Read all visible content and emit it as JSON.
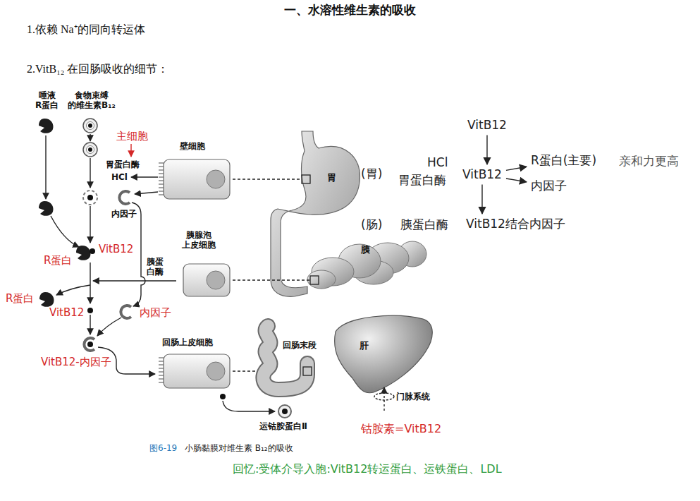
{
  "diagram": {
    "title": "一、水溶性维生素的吸收",
    "caption": "小肠黏膜对维生素 B₁₂的吸收",
    "nodes": [
      {
        "text": [
          "壁细胞"
        ]
      },
      {
        "text": [
          "胰腺泡 上皮细胞"
        ]
      },
      {
        "text": [
          "回肠上皮细胞"
        ]
      },
      {
        "text": [
          "胃"
        ]
      },
      {
        "text": [
          "胰"
        ]
      },
      {
        "text": [
          "回肠末段"
        ]
      },
      {
        "text": [
          "肝"
        ]
      },
      {
        "text": [
          "VitB12"
        ]
      },
      {
        "text": [
          "VitB12"
        ]
      },
      {
        "text": [
          "R蛋白(主要)"
        ]
      },
      {
        "text": [
          "内因子"
        ]
      },
      {
        "text": [
          "VitB12结合内因子"
        ]
      }
    ],
    "edges": [
      {
        "from": 0,
        "to": 3,
        "arrow": "none"
      },
      {
        "from": 1,
        "to": 4,
        "arrow": "none"
      },
      {
        "from": 2,
        "to": 5,
        "arrow": "none"
      },
      {
        "from": 7,
        "to": 8,
        "arrow": "to"
      },
      {
        "from": 8,
        "to": 9,
        "arrow": "to"
      },
      {
        "from": 8,
        "to": 10,
        "arrow": "to"
      },
      {
        "from": 8,
        "to": 11,
        "arrow": "to"
      }
    ],
    "labels": [
      "1.依赖 Na⁺的同向转运体",
      "2.VitB₁₂ 在回肠吸收的细节：",
      "唾液 R蛋白",
      "食物束缚 的维生素B₁₂",
      "主细胞",
      "胃蛋白酶",
      "HCl",
      "内因子",
      "R蛋白",
      "VitB12",
      "胰蛋 白酶",
      "R蛋白",
      "VitB12",
      "内因子",
      "VitB12-内因子",
      "运钴胺蛋白Ⅱ",
      "门脉系统",
      "钴胺素=VitB12",
      "图6-19",
      "(胃)",
      "HCl",
      "胃蛋白酶",
      "亲和力更高",
      "(肠)",
      "胰蛋白酶",
      "回忆:受体介导入胞:VitB12转运蛋白、运铁蛋白、LDL"
    ]
  }
}
